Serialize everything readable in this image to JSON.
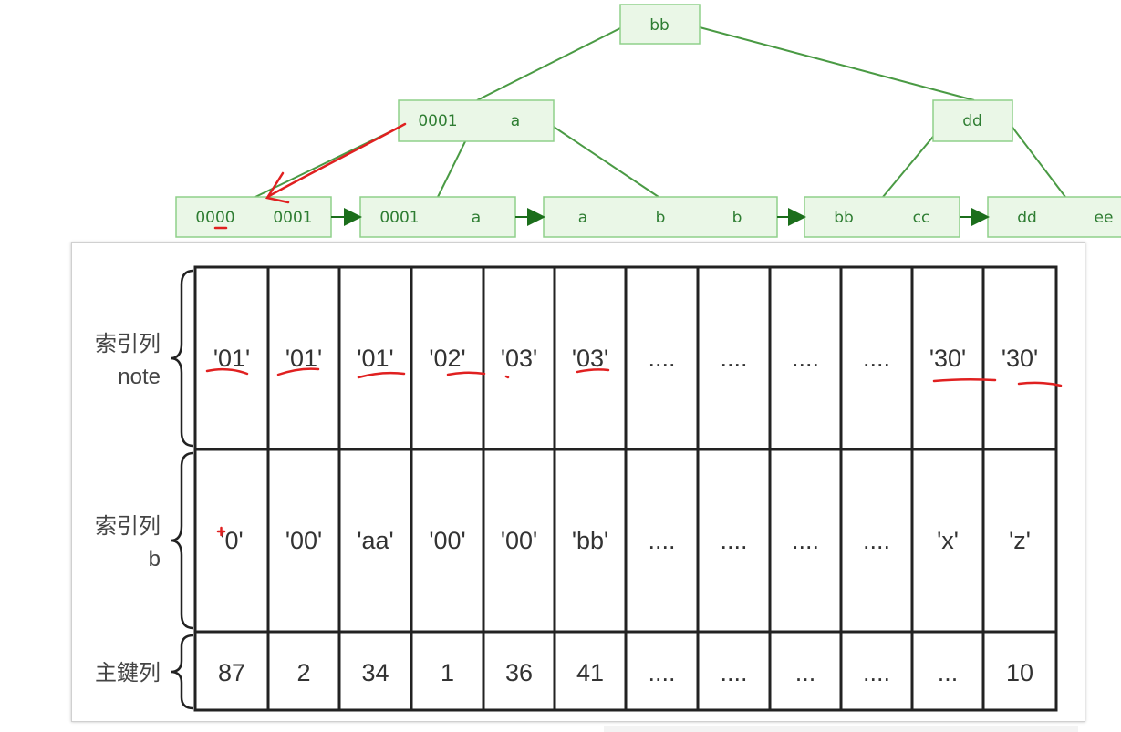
{
  "tree": {
    "root": {
      "label": "bb"
    },
    "level1": [
      {
        "cells": [
          "0001",
          "a"
        ]
      },
      {
        "cells": [
          "dd"
        ]
      }
    ],
    "leaves": [
      {
        "cells": [
          "0000",
          "0001"
        ]
      },
      {
        "cells": [
          "0001",
          "a"
        ]
      },
      {
        "cells": [
          "a",
          "b",
          "b"
        ]
      },
      {
        "cells": [
          "bb",
          "cc"
        ]
      },
      {
        "cells": [
          "dd",
          "ee"
        ]
      }
    ]
  },
  "table": {
    "rows": [
      {
        "label_line1": "索引列",
        "label_line2": "note",
        "cells": [
          "'01'",
          "'01'",
          "'01'",
          "'02'",
          "'03'",
          "'03'",
          "....",
          "....",
          "....",
          "....",
          "'30'",
          "'30'"
        ]
      },
      {
        "label_line1": "索引列",
        "label_line2": "b",
        "cells": [
          "'0'",
          "'00'",
          "'aa'",
          "'00'",
          "'00'",
          "'bb'",
          "....",
          "....",
          "....",
          "....",
          "'x'",
          "'z'"
        ]
      },
      {
        "label_line1": "主鍵列",
        "label_line2": "",
        "cells": [
          "87",
          "2",
          "34",
          "1",
          "36",
          "41",
          "....",
          "....",
          "...",
          "....",
          "...",
          "10"
        ]
      }
    ]
  },
  "colors": {
    "node_fill": "#eaf7e7",
    "node_border": "#8fd08a",
    "tree_line": "#4a9a44",
    "arrow": "#1b6e1b",
    "annotation": "#e02020",
    "grid": "#222222"
  }
}
